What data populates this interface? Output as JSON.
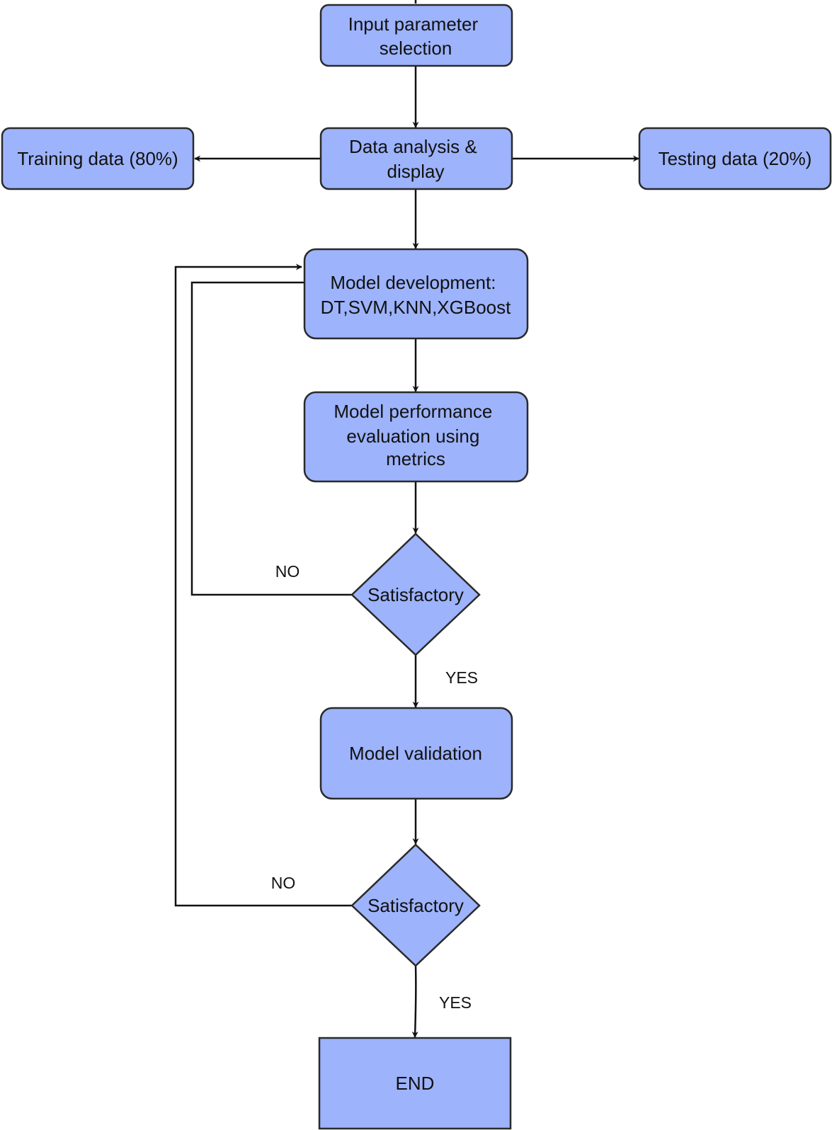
{
  "diagram": {
    "nodes": {
      "input": [
        "Input parameter",
        "selection"
      ],
      "analysis": [
        "Data analysis &",
        "display"
      ],
      "training": [
        "Training data (80%)"
      ],
      "testing": [
        "Testing data (20%)"
      ],
      "model_dev": [
        "Model development:",
        "DT,SVM,KNN,XGBoost"
      ],
      "performance": [
        "Model performance",
        "evaluation using",
        "metrics"
      ],
      "decision1": [
        "Satisfactory"
      ],
      "validation": [
        "Model validation"
      ],
      "decision2": [
        "Satisfactory"
      ],
      "end": [
        "END"
      ]
    },
    "edge_labels": {
      "no1": "NO",
      "yes1": "YES",
      "no2": "NO",
      "yes2": "YES"
    },
    "colors": {
      "node_fill": "#9db3fb",
      "node_stroke": "#2a2a2a",
      "edge": "#111111"
    }
  }
}
